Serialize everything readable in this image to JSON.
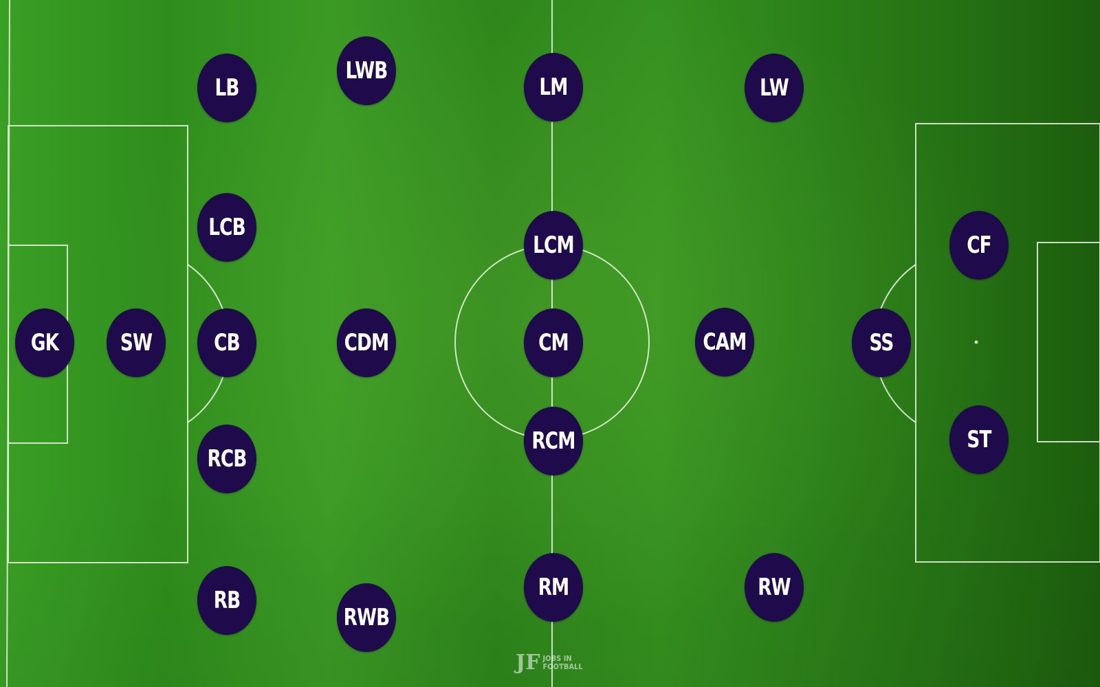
{
  "colors": {
    "marker_fill": "#1f0a4c",
    "marker_text": "#ffffff",
    "pitch_green": "#2f8d1c",
    "line_color": "#e8f5e0"
  },
  "logo": {
    "mark": "JF",
    "line1": "JOBS IN",
    "line2": "FOOTBALL"
  },
  "positions": [
    {
      "id": "gk",
      "label": "GK"
    },
    {
      "id": "sw",
      "label": "SW"
    },
    {
      "id": "lb",
      "label": "LB"
    },
    {
      "id": "lcb",
      "label": "LCB"
    },
    {
      "id": "cb",
      "label": "CB"
    },
    {
      "id": "rcb",
      "label": "RCB"
    },
    {
      "id": "rb",
      "label": "RB"
    },
    {
      "id": "lwb",
      "label": "LWB"
    },
    {
      "id": "cdm",
      "label": "CDM"
    },
    {
      "id": "rwb",
      "label": "RWB"
    },
    {
      "id": "lm",
      "label": "LM"
    },
    {
      "id": "lcm",
      "label": "LCM"
    },
    {
      "id": "cm",
      "label": "CM"
    },
    {
      "id": "rcm",
      "label": "RCM"
    },
    {
      "id": "rm",
      "label": "RM"
    },
    {
      "id": "cam",
      "label": "CAM"
    },
    {
      "id": "lw",
      "label": "LW"
    },
    {
      "id": "rw",
      "label": "RW"
    },
    {
      "id": "ss",
      "label": "SS"
    },
    {
      "id": "cf",
      "label": "CF"
    },
    {
      "id": "st",
      "label": "ST"
    }
  ]
}
